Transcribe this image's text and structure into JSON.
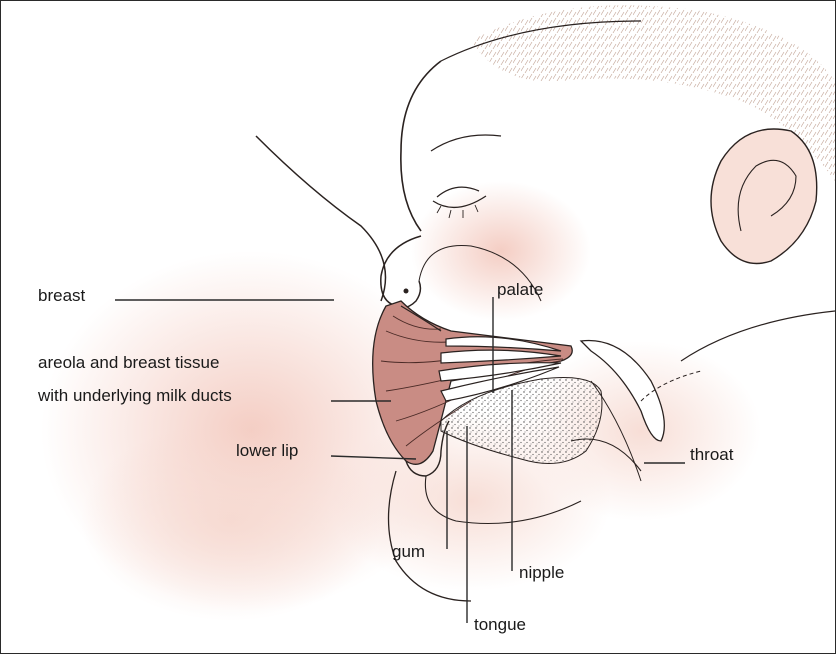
{
  "labels": {
    "breast": "breast",
    "areola_line1": "areola and breast tissue",
    "areola_line2": "with underlying milk ducts",
    "lower_lip": "lower lip",
    "palate": "palate",
    "throat": "throat",
    "gum": "gum",
    "nipple": "nipple",
    "tongue": "tongue"
  },
  "colors": {
    "skin_blush": "#f4cfc4",
    "areola": "#c98c84",
    "outline": "#2a2220",
    "leader_line": "#2a2a2a"
  }
}
